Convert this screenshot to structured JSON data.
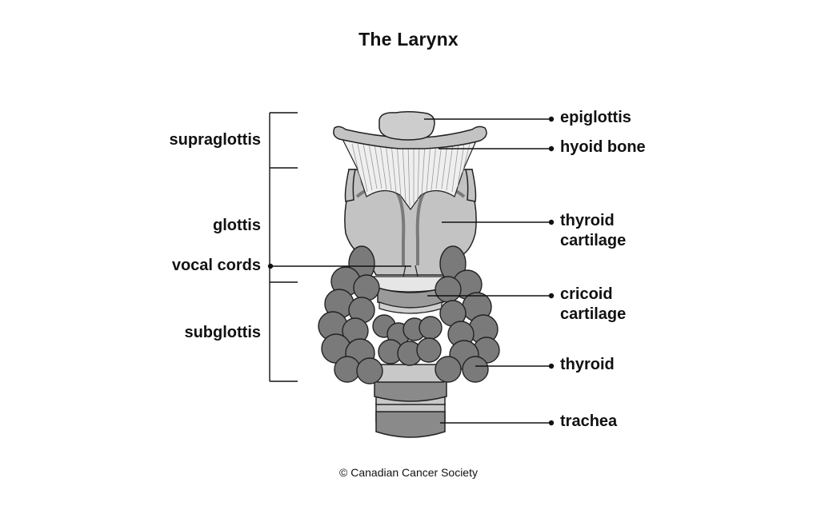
{
  "title": "The Larynx",
  "region_labels": {
    "supraglottis": "supraglottis",
    "glottis": "glottis",
    "vocal_cords": "vocal cords",
    "subglottis": "subglottis"
  },
  "part_labels": {
    "epiglottis": "epiglottis",
    "hyoid_bone": "hyoid bone",
    "thyroid_cartilage_line1": "thyroid",
    "thyroid_cartilage_line2": "cartilage",
    "cricoid_cartilage_line1": "cricoid",
    "cricoid_cartilage_line2": "cartilage",
    "thyroid": "thyroid",
    "trachea": "trachea"
  },
  "copyright": "© Canadian Cancer Society",
  "colors": {
    "cartilage_fill": "#c3c3c3",
    "epiglottis_fill": "#cdcdcd",
    "thyroid_gland_fill": "#7a7a7a",
    "trachea_dark": "#8a8a8a",
    "trachea_light": "#c8c8c8",
    "outline": "#222222",
    "leader_line": "#111111"
  }
}
